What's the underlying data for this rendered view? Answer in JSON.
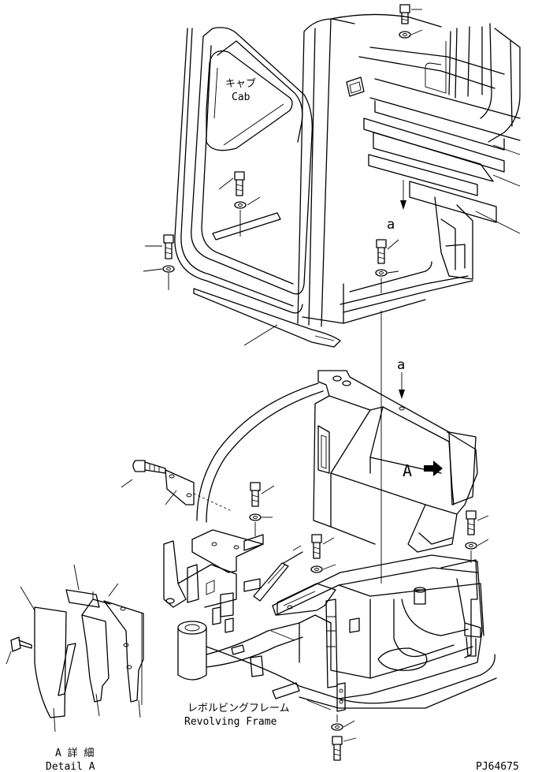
{
  "labels": {
    "cab_jp": "キャブ",
    "cab_en": "Cab",
    "frame_jp": "レボルビングフレーム",
    "frame_en": "Revolving Frame",
    "detail_jp": "A 詳 細",
    "detail_en": "Detail A",
    "view_marker": "A",
    "ref_a_upper": "a",
    "ref_a_lower": "a",
    "drawing_id": "PJ64675"
  }
}
